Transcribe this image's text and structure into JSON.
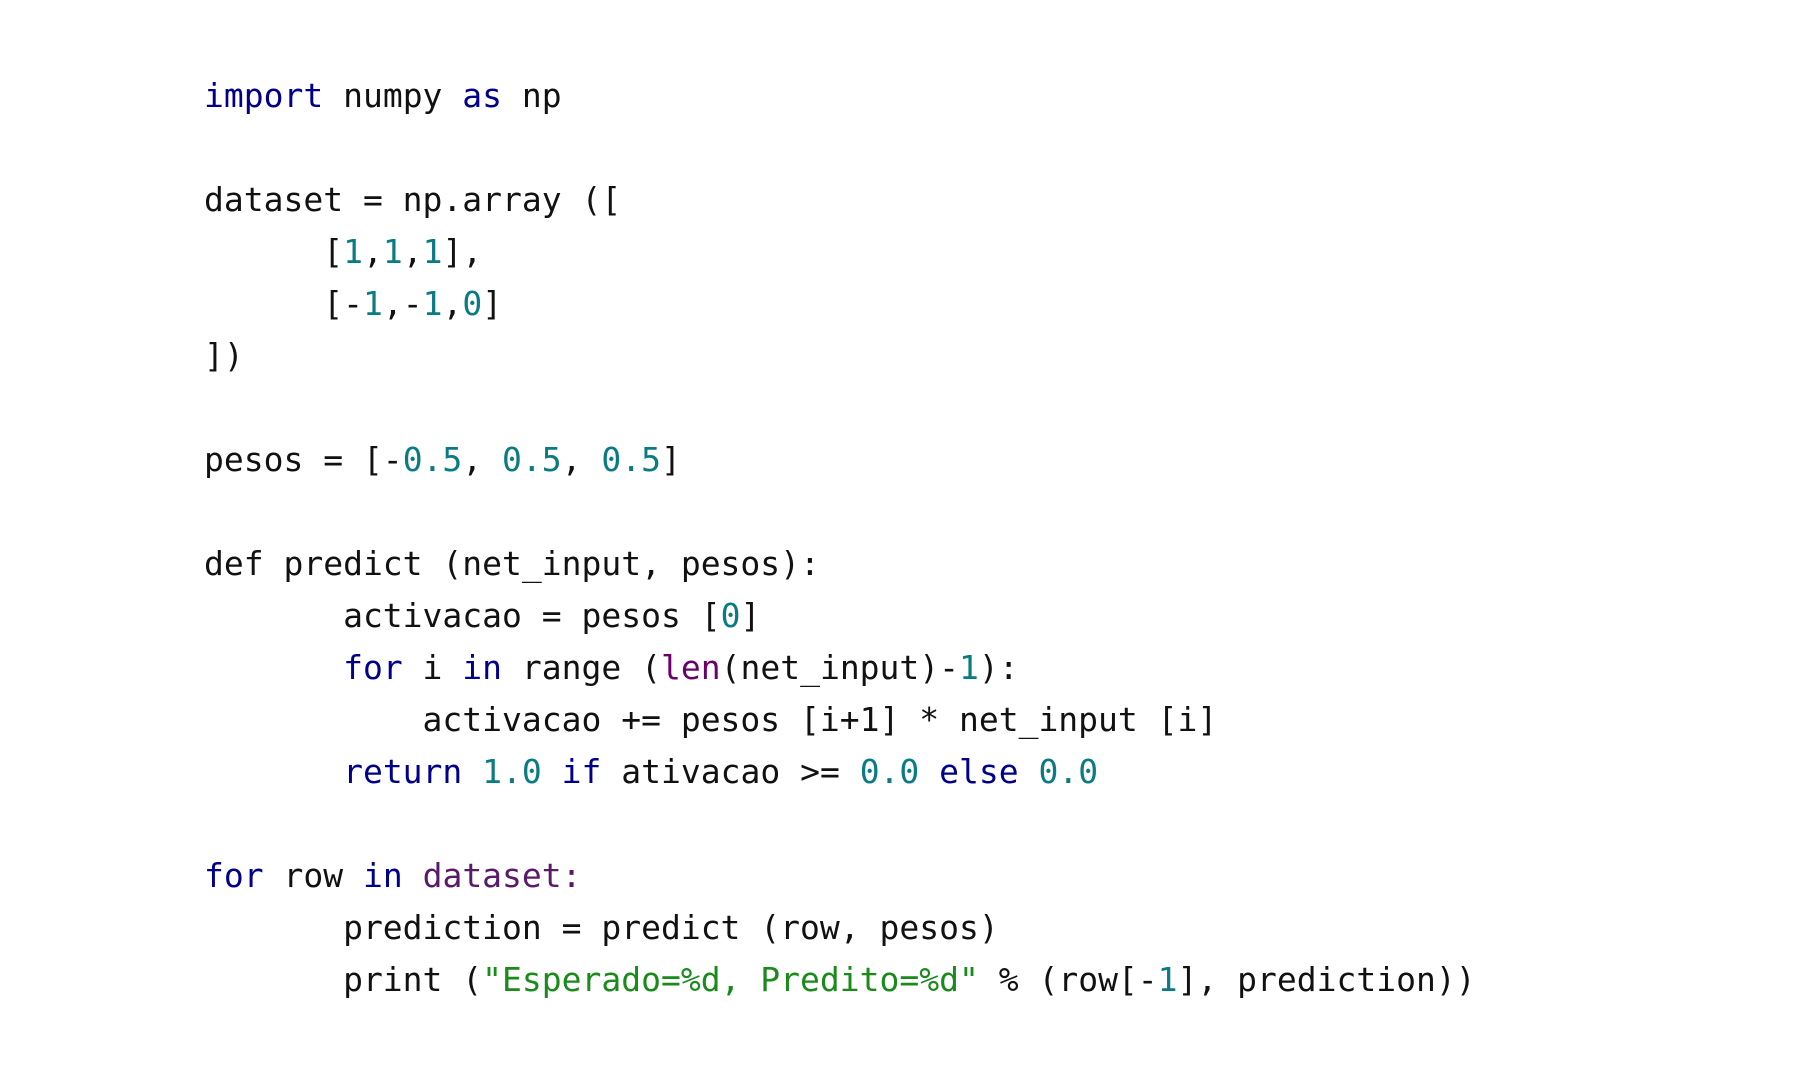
{
  "code": {
    "language": "python",
    "colors": {
      "keyword": "#00008b",
      "builtin": "#6a006a",
      "number": "#0a7b83",
      "string": "#1a8a1a",
      "text": "#111111"
    },
    "lines": [
      [
        {
          "t": "import",
          "c": "kw"
        },
        {
          "t": " numpy ",
          "c": ""
        },
        {
          "t": "as",
          "c": "kw"
        },
        {
          "t": " np",
          "c": ""
        }
      ],
      [],
      [
        {
          "t": "dataset = np.array ([",
          "c": ""
        }
      ],
      [
        {
          "t": "      [",
          "c": ""
        },
        {
          "t": "1",
          "c": "num"
        },
        {
          "t": ",",
          "c": ""
        },
        {
          "t": "1",
          "c": "num"
        },
        {
          "t": ",",
          "c": ""
        },
        {
          "t": "1",
          "c": "num"
        },
        {
          "t": "],",
          "c": ""
        }
      ],
      [
        {
          "t": "      [-",
          "c": ""
        },
        {
          "t": "1",
          "c": "num"
        },
        {
          "t": ",-",
          "c": ""
        },
        {
          "t": "1",
          "c": "num"
        },
        {
          "t": ",",
          "c": ""
        },
        {
          "t": "0",
          "c": "num"
        },
        {
          "t": "]",
          "c": ""
        }
      ],
      [
        {
          "t": "])",
          "c": ""
        }
      ],
      [],
      [
        {
          "t": "pesos = [-",
          "c": ""
        },
        {
          "t": "0.5",
          "c": "num"
        },
        {
          "t": ", ",
          "c": ""
        },
        {
          "t": "0.5",
          "c": "num"
        },
        {
          "t": ", ",
          "c": ""
        },
        {
          "t": "0.5",
          "c": "num"
        },
        {
          "t": "]",
          "c": ""
        }
      ],
      [],
      [
        {
          "t": "def predict (net_input, pesos):",
          "c": ""
        }
      ],
      [
        {
          "t": "       activacao = pesos [",
          "c": ""
        },
        {
          "t": "0",
          "c": "num"
        },
        {
          "t": "]",
          "c": ""
        }
      ],
      [
        {
          "t": "       ",
          "c": ""
        },
        {
          "t": "for",
          "c": "kw"
        },
        {
          "t": " i ",
          "c": ""
        },
        {
          "t": "in",
          "c": "kw"
        },
        {
          "t": " range (",
          "c": ""
        },
        {
          "t": "len",
          "c": "bi"
        },
        {
          "t": "(net_input)-",
          "c": ""
        },
        {
          "t": "1",
          "c": "num"
        },
        {
          "t": "):",
          "c": ""
        }
      ],
      [
        {
          "t": "           activacao += pesos [i+1] * net_input [i]",
          "c": ""
        }
      ],
      [
        {
          "t": "       ",
          "c": ""
        },
        {
          "t": "return",
          "c": "kw"
        },
        {
          "t": " ",
          "c": ""
        },
        {
          "t": "1.0",
          "c": "num"
        },
        {
          "t": " ",
          "c": ""
        },
        {
          "t": "if",
          "c": "kw"
        },
        {
          "t": " ativacao >= ",
          "c": ""
        },
        {
          "t": "0.0",
          "c": "num"
        },
        {
          "t": " ",
          "c": ""
        },
        {
          "t": "else",
          "c": "kw"
        },
        {
          "t": " ",
          "c": ""
        },
        {
          "t": "0.0",
          "c": "num"
        }
      ],
      [],
      [
        {
          "t": "for",
          "c": "kw"
        },
        {
          "t": " row ",
          "c": ""
        },
        {
          "t": "in",
          "c": "kw"
        },
        {
          "t": " ",
          "c": ""
        },
        {
          "t": "dataset:",
          "c": "ds"
        }
      ],
      [
        {
          "t": "       prediction = predict (row, pesos)",
          "c": ""
        }
      ],
      [
        {
          "t": "       print (",
          "c": ""
        },
        {
          "t": "\"Esperado=%d, Predito=%d\"",
          "c": "str"
        },
        {
          "t": " % (row[-",
          "c": ""
        },
        {
          "t": "1",
          "c": "num"
        },
        {
          "t": "], prediction))",
          "c": ""
        }
      ]
    ]
  }
}
